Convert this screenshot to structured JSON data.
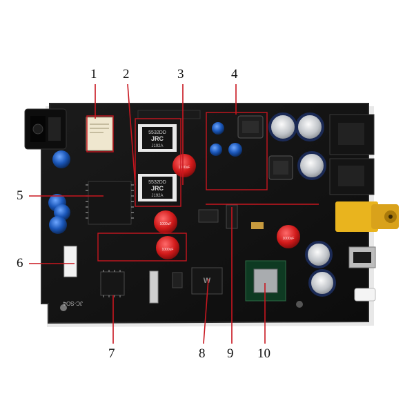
{
  "callouts": [
    {
      "id": "1",
      "label": "1"
    },
    {
      "id": "2",
      "label": "2"
    },
    {
      "id": "3",
      "label": "3"
    },
    {
      "id": "4",
      "label": "4"
    },
    {
      "id": "5",
      "label": "5"
    },
    {
      "id": "6",
      "label": "6"
    },
    {
      "id": "7",
      "label": "7"
    },
    {
      "id": "8",
      "label": "8"
    },
    {
      "id": "9",
      "label": "9"
    },
    {
      "id": "10",
      "label": "10"
    }
  ],
  "silkscreen": {
    "opamp_top_model": "5532DD",
    "opamp_top_brand": "JRC",
    "opamp_top_code": "J192A",
    "opamp_bottom_model": "5532DD",
    "opamp_bottom_brand": "JRC",
    "opamp_bottom_code": "J192A",
    "board_id": "JC-SO4",
    "cap_text_1": "1000uF",
    "cap_text_2": "1000uF",
    "cap_text_3": "1000uF",
    "cap_text_4": "1000uF",
    "chip_label": "W"
  },
  "colors": {
    "board": "#121212",
    "board_edge": "#2a2a2a",
    "cap_red": "#d11a1a",
    "cap_blue": "#1a56b8",
    "gold": "#d9a21b",
    "cream": "#efe7cf",
    "lines": "#c8161f"
  }
}
